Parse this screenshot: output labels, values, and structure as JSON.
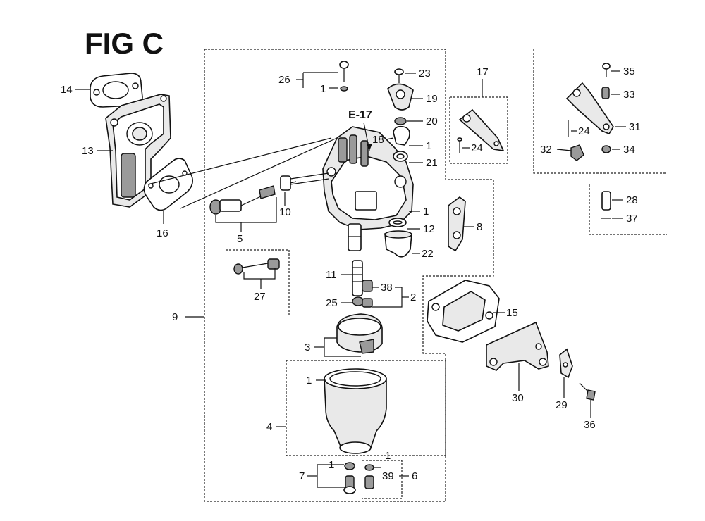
{
  "figure": {
    "title": "FIG C",
    "reference": "E-17"
  },
  "labels": {
    "l1": "1",
    "l2": "2",
    "l3": "3",
    "l4": "4",
    "l5": "5",
    "l6": "6",
    "l7": "7",
    "l8": "8",
    "l9": "9",
    "l10": "10",
    "l11": "11",
    "l12": "12",
    "l13": "13",
    "l14": "14",
    "l15": "15",
    "l16": "16",
    "l17": "17",
    "l18": "18",
    "l19": "19",
    "l20": "20",
    "l21": "21",
    "l22": "22",
    "l23": "23",
    "l24": "24",
    "l25": "25",
    "l26": "26",
    "l27": "27",
    "l28": "28",
    "l29": "29",
    "l30": "30",
    "l31": "31",
    "l32": "32",
    "l33": "33",
    "l34": "34",
    "l35": "35",
    "l36": "36",
    "l37": "37",
    "l38": "38",
    "l39": "39"
  }
}
